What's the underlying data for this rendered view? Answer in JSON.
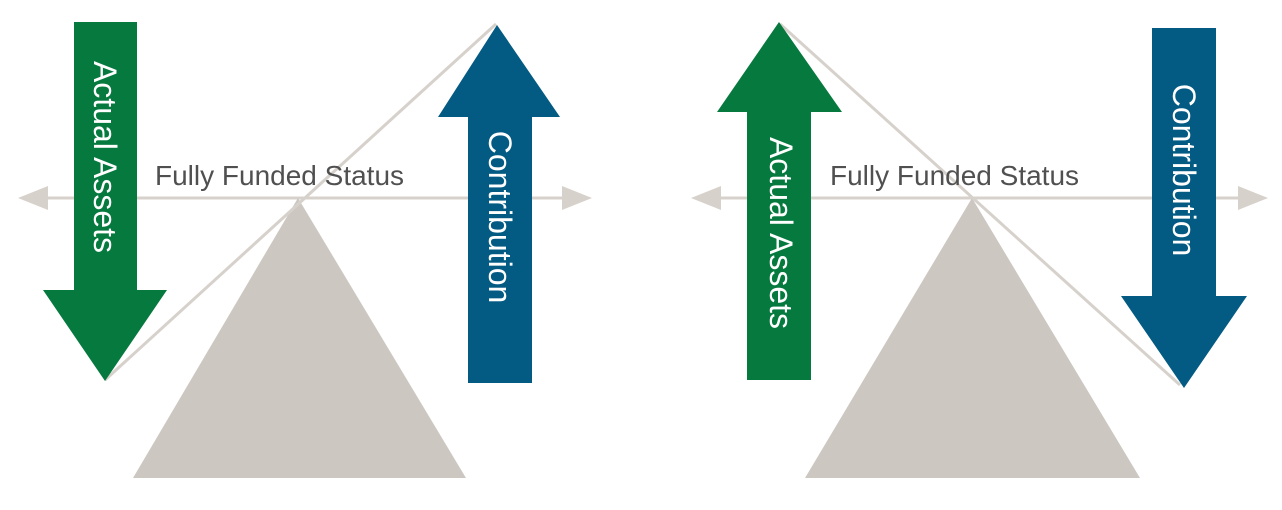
{
  "colors": {
    "asset_green": "#067A3E",
    "contribution_blue": "#035A83",
    "fulcrum_gray": "#CDC7C2",
    "line_gray": "#D7D1CC",
    "label_gray": "#505050",
    "arrow_text": "#FFFFFF"
  },
  "panels": [
    {
      "center_label": "Fully Funded Status",
      "assets": {
        "label": "Actual Assets",
        "direction": "down",
        "color": "asset_green"
      },
      "contribution": {
        "label": "Contribution",
        "direction": "up",
        "color": "contribution_blue"
      }
    },
    {
      "center_label": "Fully Funded Status",
      "assets": {
        "label": "Actual Assets",
        "direction": "up",
        "color": "asset_green"
      },
      "contribution": {
        "label": "Contribution",
        "direction": "down",
        "color": "contribution_blue"
      }
    }
  ]
}
